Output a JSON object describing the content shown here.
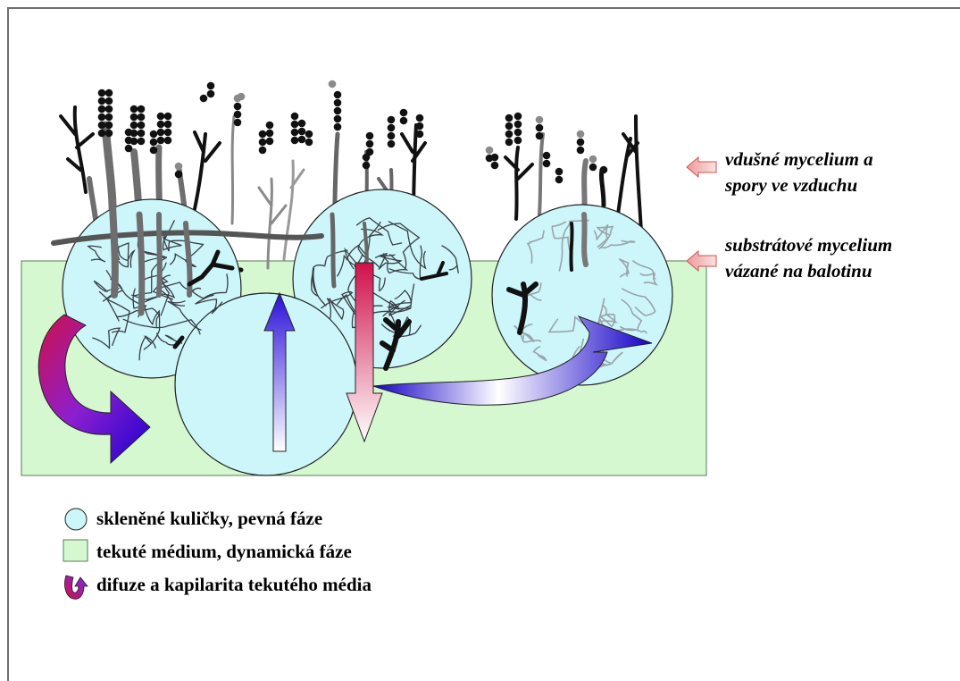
{
  "labels": {
    "aerial": {
      "line1": "vdušné mycelium a",
      "line2": "spory ve vzduchu"
    },
    "substrate": {
      "line1": "substrátové mycelium",
      "line2": "vázané na balotinu"
    }
  },
  "legend": [
    {
      "icon": "circle-icon",
      "text": "skleněné kuličky, pevná fáze"
    },
    {
      "icon": "square-icon",
      "text": "tekuté médium, dynamická fáze"
    },
    {
      "icon": "curved-arrow-icon",
      "text": "difuze a kapilarita tekutého média"
    }
  ],
  "colors": {
    "bead_fill": "#ccf6fa",
    "medium_fill": "#d5f8d0",
    "arrow_red": "#cc1144",
    "arrow_blue": "#1a00cc",
    "arrow_purple": "#8a2be2",
    "pointer_fill": "#f2b6b6",
    "pointer_stroke": "#cc5555"
  }
}
